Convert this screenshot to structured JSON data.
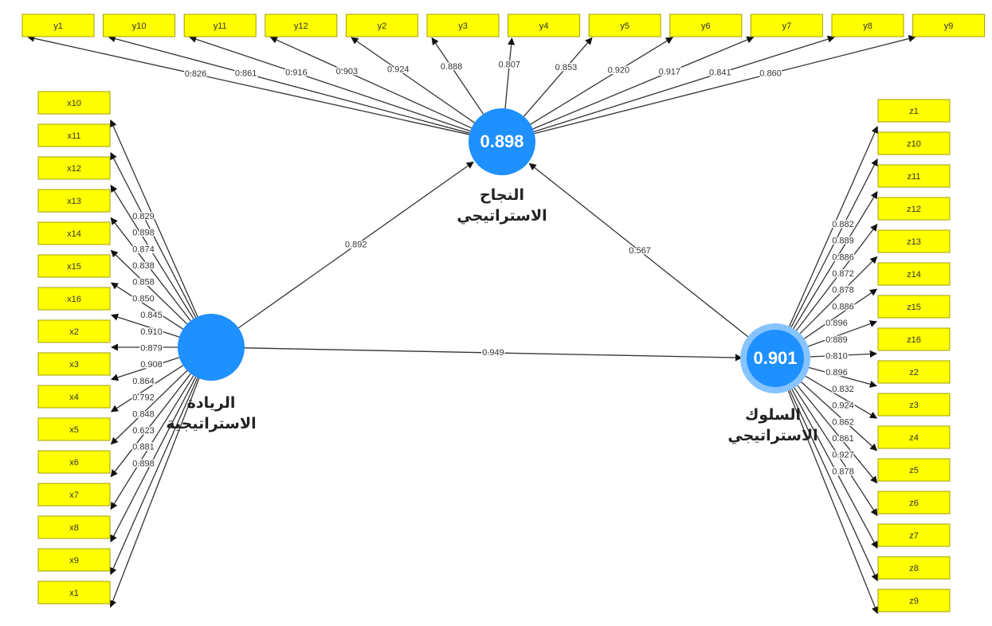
{
  "constructs": {
    "success": {
      "name_line1": "النجاح",
      "name_line2": "الاستراتيجي",
      "r2": "0.898"
    },
    "entrepreneurship": {
      "name_line1": "الريادة",
      "name_line2": "الاستراتيجية",
      "r2": ""
    },
    "behavior": {
      "name_line1": "السلوك",
      "name_line2": "الاستراتيجي",
      "r2": "0.901"
    }
  },
  "paths": {
    "entrepreneurship_to_success": "0.892",
    "behavior_to_success": "0.567",
    "entrepreneurship_to_behavior": "0.949"
  },
  "indicators": {
    "top": [
      {
        "name": "y1",
        "loading": "0.826"
      },
      {
        "name": "y10",
        "loading": "0.861"
      },
      {
        "name": "y11",
        "loading": "0.916"
      },
      {
        "name": "y12",
        "loading": "0.903"
      },
      {
        "name": "y2",
        "loading": "0.924"
      },
      {
        "name": "y3",
        "loading": "0.888"
      },
      {
        "name": "y4",
        "loading": "0.807"
      },
      {
        "name": "y5",
        "loading": "0.853"
      },
      {
        "name": "y6",
        "loading": "0.920"
      },
      {
        "name": "y7",
        "loading": "0.917"
      },
      {
        "name": "y8",
        "loading": "0.841"
      },
      {
        "name": "y9",
        "loading": "0.860"
      }
    ],
    "left": [
      {
        "name": "x10",
        "loading": "0.829"
      },
      {
        "name": "x11",
        "loading": "0.898"
      },
      {
        "name": "x12",
        "loading": "0.874"
      },
      {
        "name": "x13",
        "loading": "0.838"
      },
      {
        "name": "x14",
        "loading": "0.858"
      },
      {
        "name": "x15",
        "loading": "0.850"
      },
      {
        "name": "x16",
        "loading": "0.845"
      },
      {
        "name": "x2",
        "loading": "0.910"
      },
      {
        "name": "x3",
        "loading": "0.879"
      },
      {
        "name": "x4",
        "loading": "0.908"
      },
      {
        "name": "x5",
        "loading": "0.864"
      },
      {
        "name": "x6",
        "loading": "0.792"
      },
      {
        "name": "x7",
        "loading": "0.848"
      },
      {
        "name": "x8",
        "loading": "0.623"
      },
      {
        "name": "x9",
        "loading": "0.881"
      },
      {
        "name": "x1",
        "loading": "0.898"
      }
    ],
    "right": [
      {
        "name": "z1",
        "loading": "0.882"
      },
      {
        "name": "z10",
        "loading": "0.889"
      },
      {
        "name": "z11",
        "loading": "0.886"
      },
      {
        "name": "z12",
        "loading": "0.872"
      },
      {
        "name": "z13",
        "loading": "0.878"
      },
      {
        "name": "z14",
        "loading": "0.886"
      },
      {
        "name": "z15",
        "loading": "0.896"
      },
      {
        "name": "z16",
        "loading": "0.889"
      },
      {
        "name": "z2",
        "loading": "0.810"
      },
      {
        "name": "z3",
        "loading": "0.896"
      },
      {
        "name": "z4",
        "loading": "0.832"
      },
      {
        "name": "z5",
        "loading": "0.924"
      },
      {
        "name": "z6",
        "loading": "0.862"
      },
      {
        "name": "z7",
        "loading": "0.861"
      },
      {
        "name": "z8",
        "loading": "0.927"
      },
      {
        "name": "z9",
        "loading": "0.878"
      }
    ]
  },
  "colors": {
    "indicator_fill": "#ffff00",
    "indicator_border": "#a0a000",
    "construct": "#1e90ff",
    "construct_ring": "#87c3ff",
    "line": "#333333"
  }
}
